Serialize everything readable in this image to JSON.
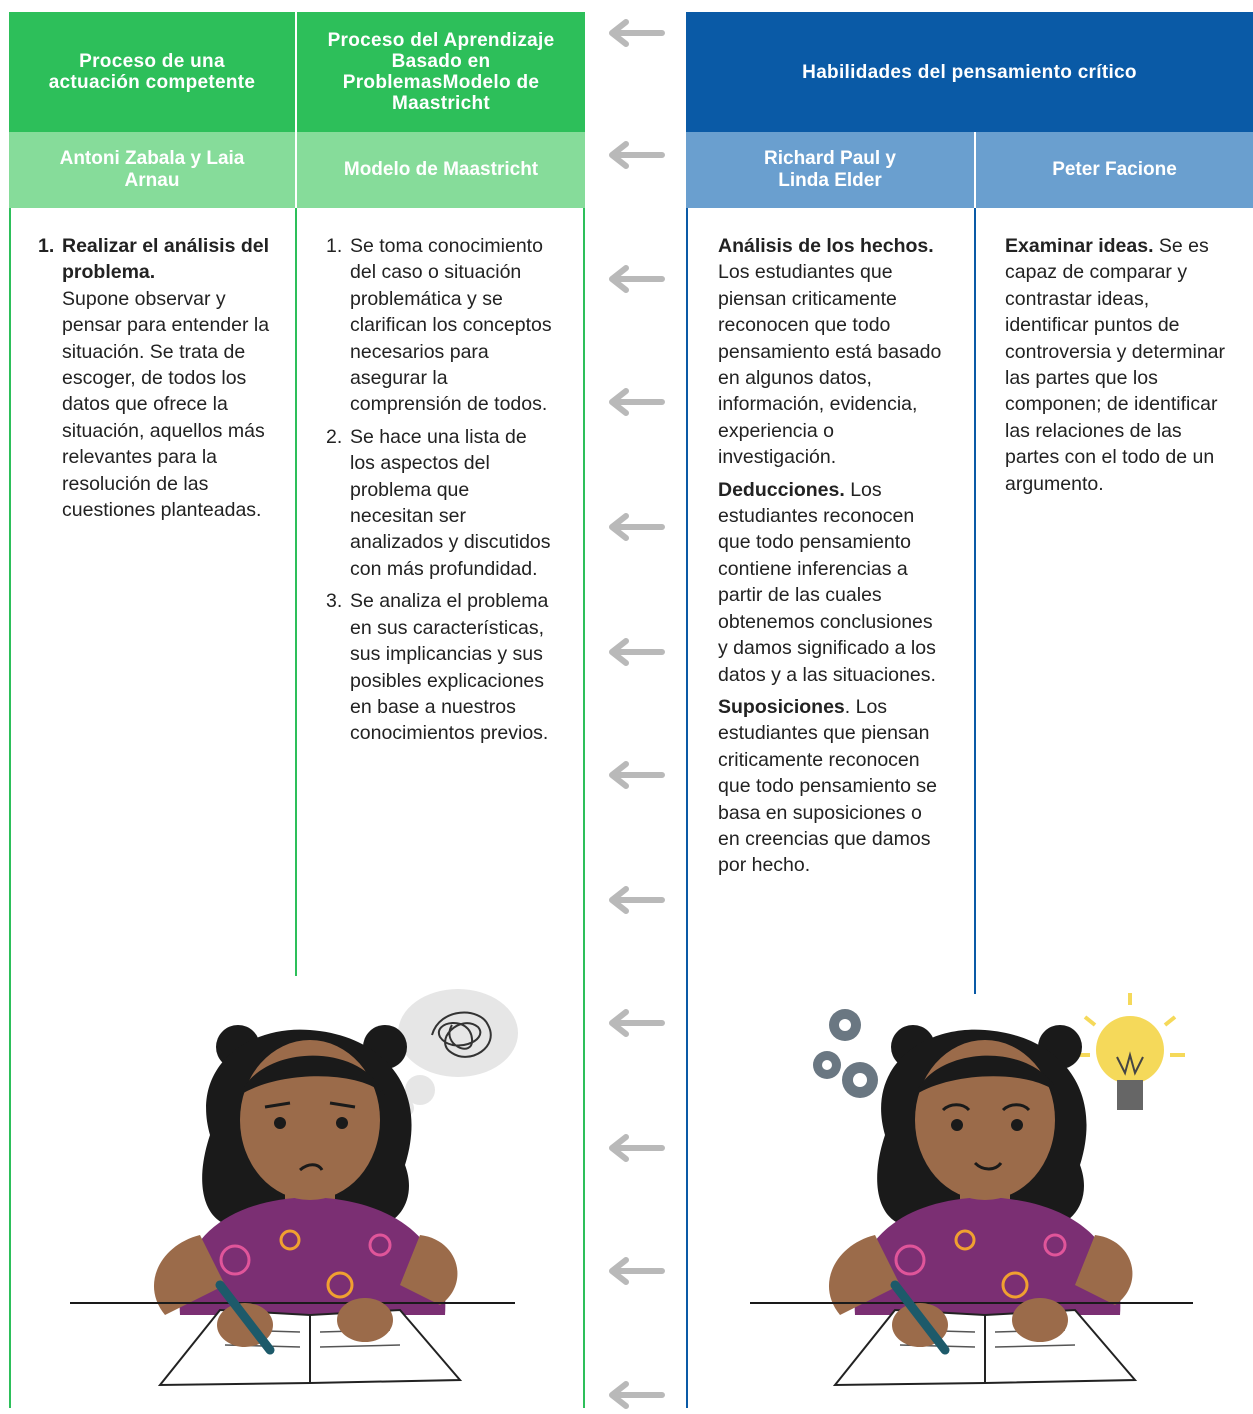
{
  "left_panel": {
    "col1_header": "Proceso de una actuación competente",
    "col2_header": "Proceso del Aprendizaje Basado en ProblemasModelo de Maastricht",
    "col1_subheader": "Antoni Zabala y Laia Arnau",
    "col2_subheader": "Modelo de Maastricht",
    "col1_item": {
      "number": "1.",
      "title": "Realizar el análisis del problema.",
      "body": "Supone observar y pensar para entender la situación. Se trata de escoger, de todos los datos que ofrece la situación, aquellos más relevantes para la resolución de las cuestiones planteadas."
    },
    "col2_items": [
      {
        "number": "1.",
        "text": "Se toma conocimiento del caso o situación problemática y se clarifican los conceptos necesarios para asegurar la comprensión de todos."
      },
      {
        "number": "2.",
        "text": "Se hace una lista de los aspectos del problema que necesitan ser analizados y discutidos con más profundidad."
      },
      {
        "number": "3.",
        "text": "Se analiza el problema en sus características, sus implicancias y sus posibles explicaciones en base a nuestros conocimientos previos."
      }
    ]
  },
  "right_panel": {
    "header": "Habilidades del pensamiento crítico",
    "col1_subheader": "Richard Paul y Linda Elder",
    "col2_subheader": "Peter Facione",
    "col1_items": [
      {
        "title": "Análisis de los hechos.",
        "text": " Los estudiantes que piensan criticamente reconocen que todo pensamiento está basado en algunos datos, información, evidencia, experiencia o investigación."
      },
      {
        "title": "Deducciones.",
        "text": " Los estudiantes reconocen que todo pensamiento contiene inferencias a partir de las cuales obtenemos conclusiones y damos significado a los datos y a las situaciones."
      },
      {
        "title": "Suposiciones",
        "text": ". Los estudiantes que piensan criticamente reconocen que todo pensamiento se basa en suposiciones o en creencias que damos por hecho."
      }
    ],
    "col2_item": {
      "title": "Examinar ideas.",
      "text": " Se es capaz de comparar y contrastar ideas, identificar puntos de controversia y determinar las partes que los componen; de identificar las relaciones de las partes con el todo de un argumento."
    }
  },
  "colors": {
    "green_dark": "#2dbf5a",
    "green_light": "#86dc9a",
    "blue_dark": "#0a5aa6",
    "blue_light": "#6a9fcf",
    "arrow": "#b9b9b9"
  },
  "icons": [
    "arrow-left-icon",
    "gears-icon",
    "lightbulb-icon",
    "thought-bubble-icon"
  ]
}
